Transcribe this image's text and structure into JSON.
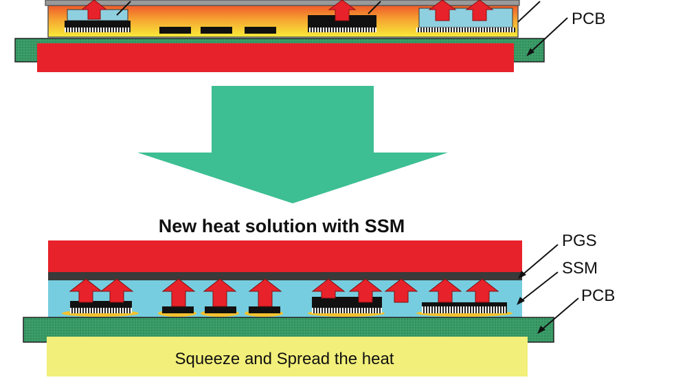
{
  "top_section": {
    "label_pcb": "PCB"
  },
  "bottom_section": {
    "title": "New heat solution with SSM",
    "labels": {
      "pgs": "PGS",
      "ssm": "SSM",
      "pcb": "PCB"
    },
    "caption": "Squeeze and Spread the heat"
  },
  "colors": {
    "heat_red": "#e8222a",
    "ssm_blue": "#76cddf",
    "pcb_green": "#3a9f6a",
    "transition_arrow": "#3dbe93",
    "spread_yellow": "#f2ef7a",
    "hot_gradient_top": "#f0602a",
    "hot_gradient_bottom": "#f7e233",
    "pgs_dark": "#3a3a3a",
    "component_black": "#111111",
    "solder_yellow": "#f4c12c"
  }
}
